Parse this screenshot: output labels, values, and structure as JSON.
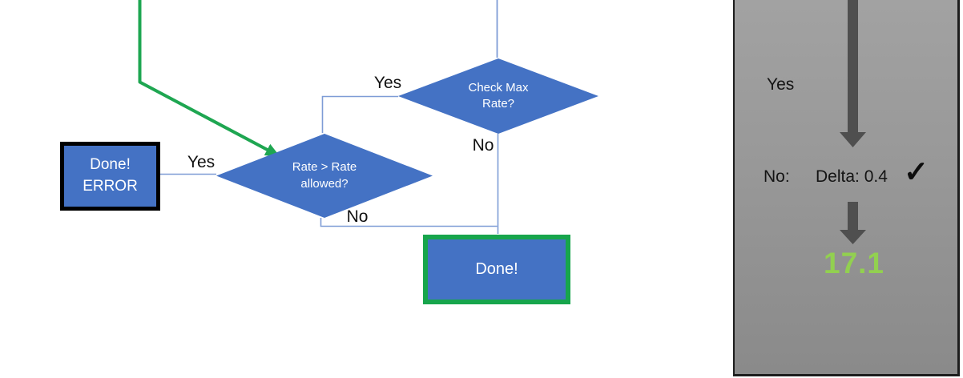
{
  "colors": {
    "shape_fill_blue": "#4472C4",
    "connector_blue": "#7E9CD6",
    "flow_green": "#1EA651",
    "done_box_border_green": "#17A54C",
    "error_box_border_black": "#000000",
    "result_green": "#92D050",
    "arrow_gray": "#4F4F4F",
    "panel_gray_top": "#A2A2A2",
    "panel_gray_bottom": "#8A8A8A"
  },
  "flowchart": {
    "check_max_diamond": {
      "line1": "Check Max",
      "line2": "Rate?"
    },
    "check_max_yes_label": "Yes",
    "check_max_no_label": "No",
    "rate_diamond": {
      "line1": "Rate > Rate",
      "line2": "allowed?"
    },
    "rate_yes_label": "Yes",
    "rate_no_label": "No",
    "done_error_box": {
      "line1": "Done!",
      "line2": "ERROR"
    },
    "done_box": {
      "label": "Done!"
    }
  },
  "side_panel": {
    "yes_label": "Yes",
    "no_label": "No:",
    "delta_label": "Delta: 0.4",
    "checkmark": "✓",
    "result_value": "17.1"
  }
}
